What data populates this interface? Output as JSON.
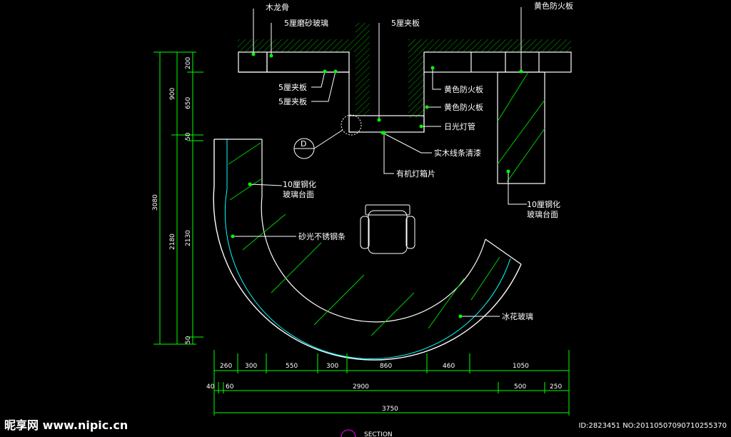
{
  "labels": {
    "keel": "木龙骨",
    "frosted_glass": "5厘磨砂玻璃",
    "plywood_top": "5厘夹板",
    "fireproof_top": "黄色防火板",
    "plywood_left_1": "5厘夹板",
    "plywood_left_2": "5厘夹板",
    "fireproof_right_1": "黄色防火板",
    "fireproof_right_2": "黄色防火板",
    "fluorescent": "日光灯管",
    "wood_strip": "实木线条清漆",
    "acrylic": "有机灯箱片",
    "glass_top_left": "10厘钢化\n玻璃台面",
    "glass_top_right": "10厘钢化\n玻璃台面",
    "stainless": "砂光不锈钢条",
    "ice_glass": "冰花玻璃",
    "section_mark": "D",
    "section_word": "SECTION"
  },
  "dims": {
    "left_outer": [
      "900",
      "3080",
      "2180"
    ],
    "left_inner": [
      "200",
      "650",
      "50",
      "2130",
      "50"
    ],
    "bottom_row1": [
      "260",
      "300",
      "550",
      "300",
      "860",
      "460",
      "1050"
    ],
    "bottom_row2": [
      "40",
      "60",
      "2900",
      "500",
      "250"
    ],
    "bottom_row3": [
      "3750"
    ]
  },
  "watermark": {
    "site": "昵享网 www.nipic.cn",
    "id": "ID:2823451 NO:20110507090710255370"
  },
  "colors": {
    "line": "#00ff00",
    "wall": "#ffffff",
    "hatch": "#00cc00",
    "cyan": "#00ffff",
    "leader": "#ffffff"
  }
}
